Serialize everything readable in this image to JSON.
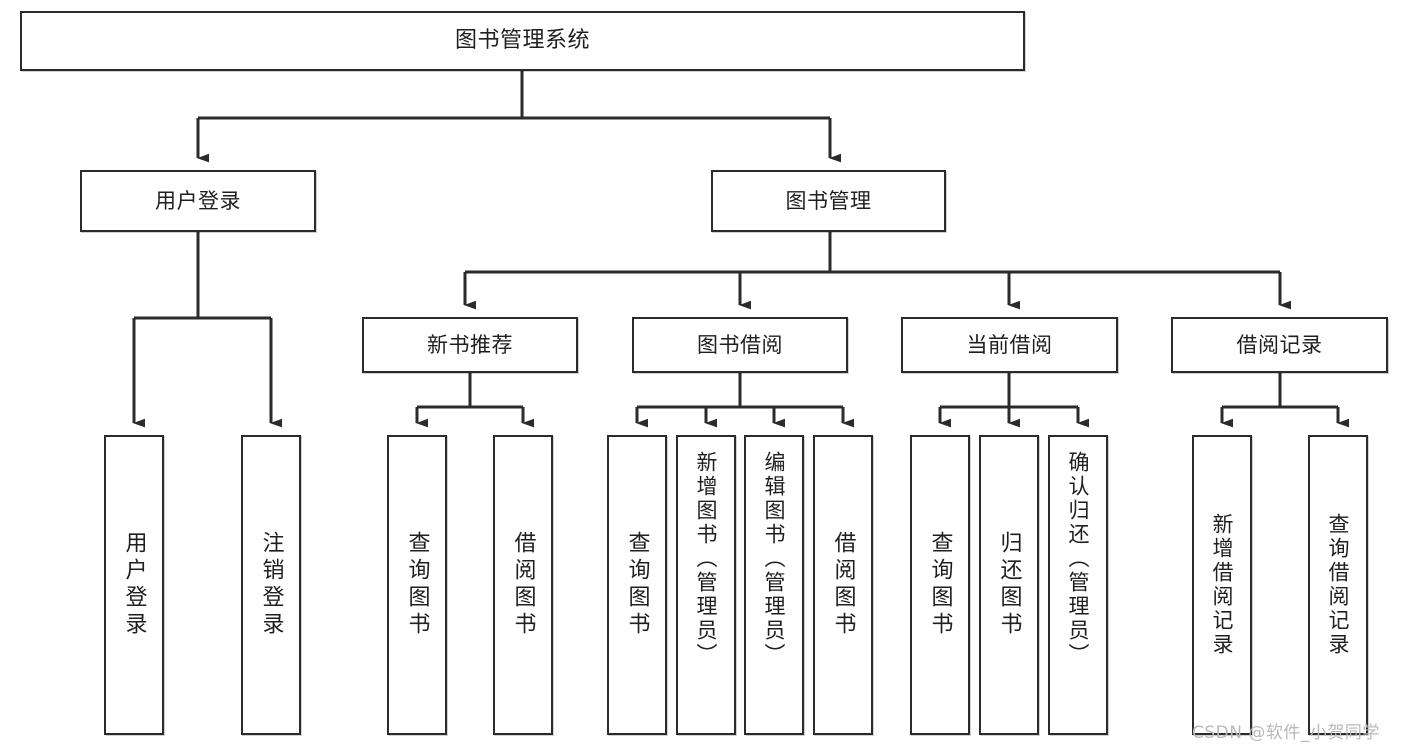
{
  "diagram": {
    "title": "图书管理系统",
    "type": "tree",
    "watermark": "CSDN @软件_小贺同学",
    "colors": {
      "background": "#ffffff",
      "box_border": "#2b2b2b",
      "box_fill": "#ffffff",
      "connector": "#2b2b2b",
      "text": "#1f1f1f",
      "watermark": "#b9b9b9"
    },
    "levels": {
      "root": "图书管理系统",
      "level2": [
        "用户登录",
        "图书管理"
      ],
      "level3": [
        "新书推荐",
        "图书借阅",
        "当前借阅",
        "借阅记录"
      ]
    },
    "nodes": {
      "root": {
        "label": "图书管理系统"
      },
      "user_login": {
        "label": "用户登录"
      },
      "book_manage": {
        "label": "图书管理"
      },
      "new_book_rec": {
        "label": "新书推荐"
      },
      "book_borrow": {
        "label": "图书借阅"
      },
      "current_borrow": {
        "label": "当前借阅"
      },
      "borrow_record": {
        "label": "借阅记录"
      }
    },
    "leaves": {
      "user_login": [
        {
          "label": "用户登录"
        },
        {
          "label": "注销登录"
        }
      ],
      "new_book_rec": [
        {
          "label": "查询图书"
        },
        {
          "label": "借阅图书"
        }
      ],
      "book_borrow": [
        {
          "label": "查询图书"
        },
        {
          "label": "新增图书（管理员）"
        },
        {
          "label": "编辑图书（管理员）"
        },
        {
          "label": "借阅图书"
        }
      ],
      "current_borrow": [
        {
          "label": "查询图书"
        },
        {
          "label": "归还图书"
        },
        {
          "label": "确认归还（管理员）"
        }
      ],
      "borrow_record": [
        {
          "label": "新增借阅记录"
        },
        {
          "label": "查询借阅记录"
        }
      ]
    }
  }
}
